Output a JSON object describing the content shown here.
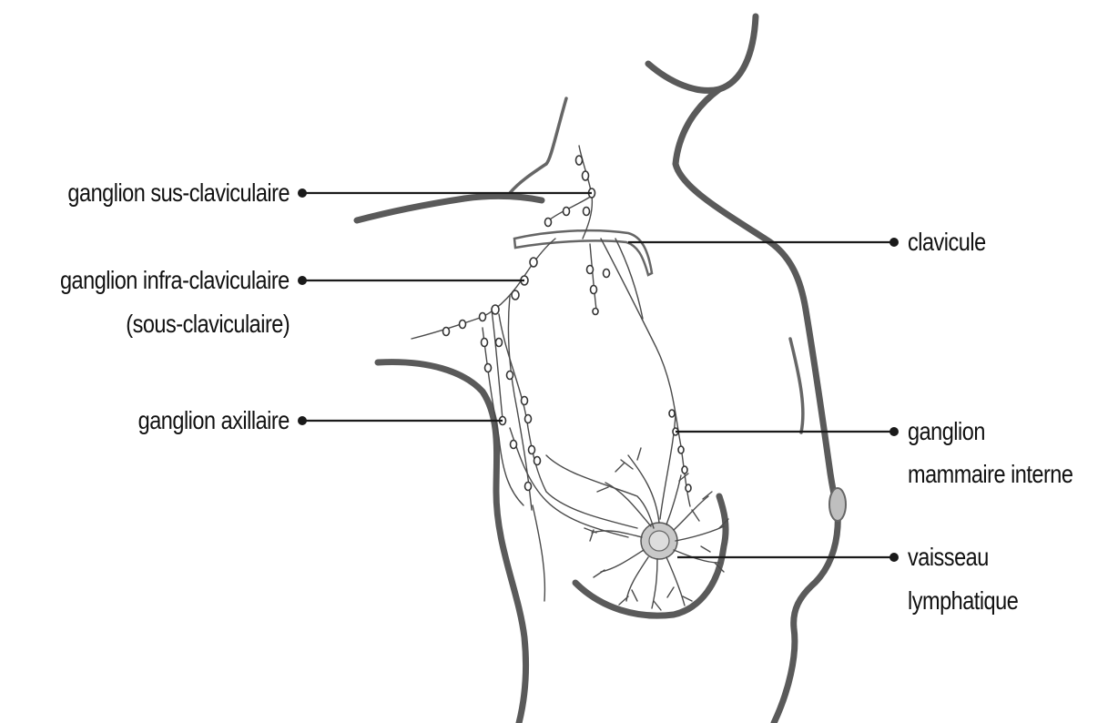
{
  "labels": {
    "supraclavicular": "ganglion sus-claviculaire",
    "infraclavicular_line1": "ganglion infra-claviculaire",
    "infraclavicular_line2": "(sous-claviculaire)",
    "axillary": "ganglion axillaire",
    "clavicle": "clavicule",
    "internal_mammary_line1": "ganglion",
    "internal_mammary_line2": "mammaire interne",
    "lymphatic_vessel_line1": "vaisseau",
    "lymphatic_vessel_line2": "lymphatique"
  }
}
